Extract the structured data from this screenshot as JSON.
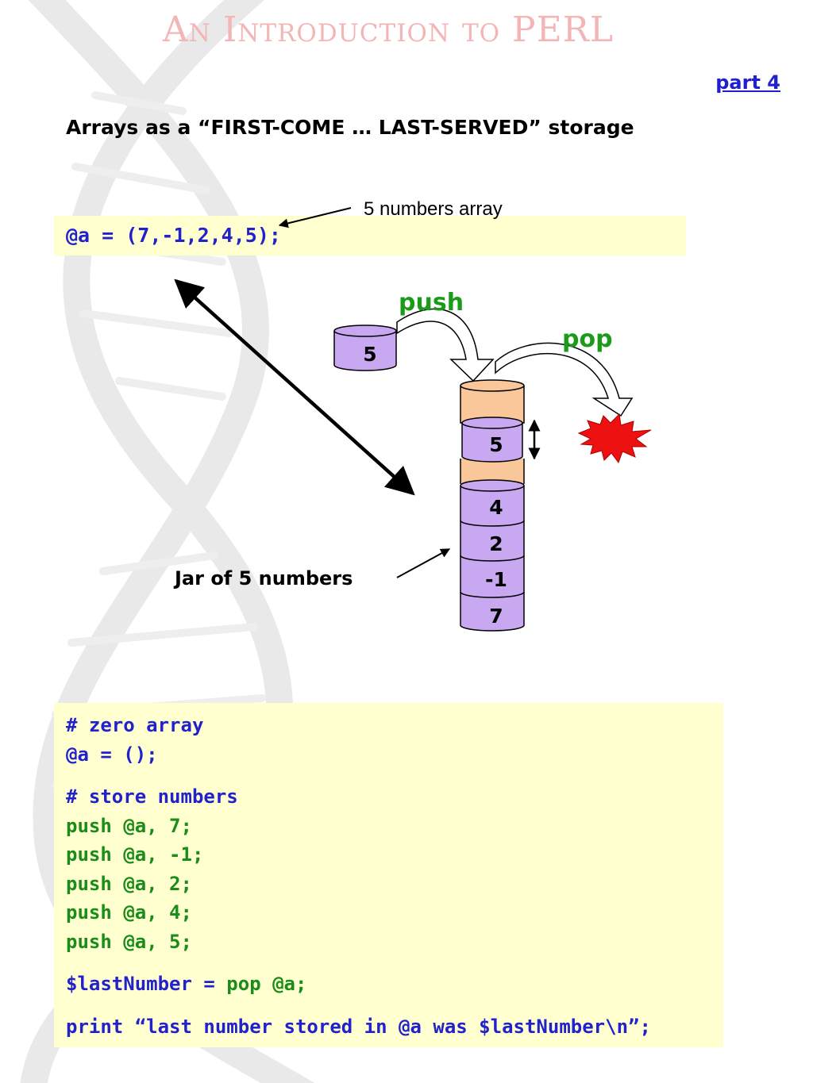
{
  "header": {
    "title": "An Introduction to PERL",
    "part": "part 4"
  },
  "slide": {
    "subtitle": "Arrays as a “FIRST-COME … LAST-SERVED” storage"
  },
  "top_code": "@a = (7,-1,2,4,5);",
  "annotations": {
    "array": "5 numbers array",
    "jar": "Jar of 5 numbers"
  },
  "diagram": {
    "push_label": "push",
    "pop_label": "pop",
    "incoming": "5",
    "top": "5",
    "stack": [
      "4",
      "2",
      "-1",
      "7"
    ]
  },
  "code": {
    "comment1": "# zero array",
    "zero": "@a = ();",
    "comment2": "# store numbers",
    "pushes": [
      "push @a, 7;",
      "push @a, -1;",
      "push @a, 2;",
      "push @a, 4;",
      "push @a, 5;"
    ],
    "last_var": "$lastNumber = ",
    "last_pop": "pop @a;",
    "print_line": "print “last number stored in @a was $lastNumber\\n”;"
  },
  "colors": {
    "code_blue": "#2222cc",
    "keyword_green": "#1a8c1a",
    "code_bg": "#ffffd0",
    "cylinder_purple": "#c9a8f2",
    "cylinder_orange": "#f9c79a",
    "burst_red": "#ee1111",
    "title_pink": "#f3b6b6"
  }
}
